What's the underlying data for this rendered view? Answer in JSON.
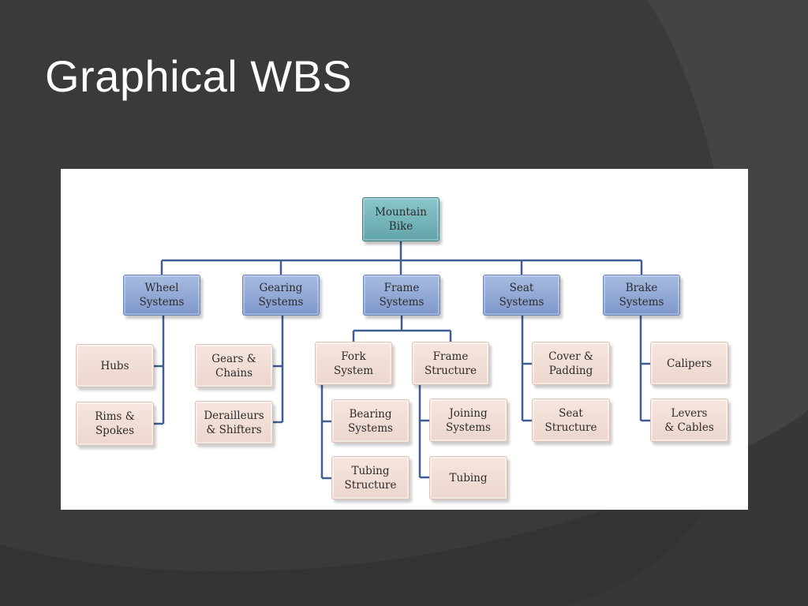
{
  "slide": {
    "title": "Graphical WBS"
  },
  "wbs": {
    "root": "Mountain\nBike",
    "wheel": {
      "label": "Wheel\nSystems",
      "children": [
        "Hubs",
        "Rims &\nSpokes"
      ]
    },
    "gearing": {
      "label": "Gearing\nSystems",
      "children": [
        "Gears &\nChains",
        "Derailleurs\n& Shifters"
      ]
    },
    "frame": {
      "label": "Frame\nSystems",
      "fork": {
        "label": "Fork\nSystem",
        "children": [
          "Bearing\nSystems",
          "Tubing\nStructure"
        ]
      },
      "structure": {
        "label": "Frame\nStructure",
        "children": [
          "Joining\nSystems",
          "Tubing"
        ]
      }
    },
    "seat": {
      "label": "Seat\nSystems",
      "children": [
        "Cover &\nPadding",
        "Seat\nStructure"
      ]
    },
    "brake": {
      "label": "Brake\nSystems",
      "children": [
        "Calipers",
        "Levers\n& Cables"
      ]
    }
  },
  "colors": {
    "background": "#3a3a3a",
    "root_node": "#72b2b8",
    "system_node": "#8fa7d6",
    "component_node": "#f0ddd4",
    "connector": "#3f5f92"
  }
}
